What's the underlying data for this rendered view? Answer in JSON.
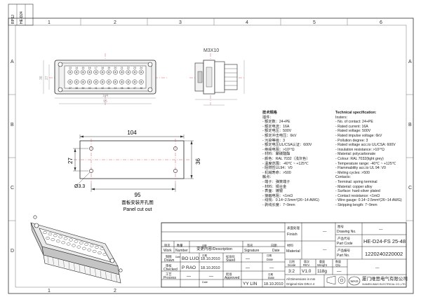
{
  "frame": {
    "col_numbers": [
      "1",
      "2",
      "3",
      "4",
      "5",
      "6"
    ],
    "row_letters": [
      "A",
      "B",
      "C",
      "D"
    ]
  },
  "corner_stamp": {
    "line1": "RPSJ",
    "line2": "HE-D24"
  },
  "top_view": {
    "screw_label": "M3X10",
    "pin_numbers_top": [
      "13",
      "14",
      "15",
      "16",
      "17",
      "18",
      "19",
      "20",
      "21",
      "22",
      "23",
      "24"
    ],
    "pin_numbers_bottom": [
      "37",
      "38",
      "39",
      "40",
      "41",
      "42",
      "43",
      "44",
      "45",
      "46",
      "47",
      "48"
    ]
  },
  "dimensions": {
    "overall_length": "104",
    "hole_spacing": "95",
    "height_outer": "27",
    "height_inner": "36",
    "hole_dia": "Ø3.3"
  },
  "panel_cutout": {
    "title_cn": "面板安装开孔图",
    "title_en": "Panel cut out"
  },
  "spec_cn": {
    "header": "技术规格",
    "lines": [
      "插件：",
      "- 额定数：24+PE",
      "- 额定电流：16A",
      "- 额定电压：500V",
      "- 额定冲击电压：6kV",
      "- 污染等级：3",
      "- 额定电压UL/CSA认证：600V",
      "- 绝缘电阻：>10¹⁰Ω",
      "- 材料：聚碳酸酯",
      "- 颜色：RAL 7032（浅灰色）",
      "- 温度范围：-40℃ ~ +125℃",
      "- 阻燃性UL94：V0",
      "- 机械寿命：>500",
      "触点：",
      "- 端子：弹簧端子",
      "- 材料：铜合金",
      "- 表面：镀银",
      "- 接触电阻：<1mΩ",
      "- 线规：0.14~2.5mm²(26~14 AWG)",
      "- 剥线长度：7~9mm"
    ]
  },
  "spec_en": {
    "header": "Technical specification:",
    "lines": [
      "Insters:",
      "- No. of contact: 24+PE",
      "- Rated current: 16A",
      "- Rated voltage: 500V",
      "- Rated impulse voltage: 6kV",
      "- Pollution degree: 3",
      "- Rated voltage acc.to UL/CSA: 600V",
      "- Insulation resistance: >10¹⁰Ω",
      "- Material: polycarbonate",
      "- Colour: RAL 7032(light grey)",
      "- Temperature range: -40℃ ~ +125℃",
      "- Flammability acc.to UL 94: V0",
      "- Meling cycles: >500",
      "Contacts:",
      "- Terminal: spring terminal",
      "- Material: copper alloy",
      "- Surface: hard-silver plated",
      "- Contact resistance: <1mΩ",
      "- Wire gauge: 0.14~2.5mm²(26~14 AWG)",
      "- Stripping length: 7~9mm"
    ]
  },
  "title_block": {
    "finish_cn": "表面处理",
    "finish_en": "Finish",
    "finish_value": "—",
    "material_cn": "材料",
    "material_en": "Material",
    "material_value": "—",
    "drawing_no_cn": "图号",
    "drawing_no_en": "Drawing No.",
    "drawing_no_value": "—",
    "part_code_cn": "产品代号",
    "part_code_en": "Part Code",
    "part_code_value": "HE-D24-FS 25-48",
    "part_no_cn": "产品编号",
    "part_no_en": "Part No.",
    "part_no_value": "1220240220002",
    "scale_cn": "比例",
    "scale_en": "Scale",
    "scale_value": "3:2",
    "rev_cn": "版次",
    "rev_en": "REV.",
    "rev_value": "V1.0",
    "weight_cn": "重量",
    "weight_en": "Weight",
    "weight_value": "118g",
    "qty_cn": "数量",
    "qty_en": "Qty.",
    "qty_value": "—",
    "work_cn": "项次",
    "work_en": "Work",
    "number_cn": "数量",
    "number_en": "Number",
    "desc_cn": "变更内容",
    "desc_en": "Description",
    "date_cn": "日期",
    "date_en": "Date",
    "sign_cn": "签名",
    "sign_en": "Signature",
    "date2_cn": "日期",
    "date2_en": "Date",
    "drawn_cn": "制图",
    "drawn_en": "Drawn",
    "drawn_name": "BO LUO",
    "drawn_date": "18.10.2010",
    "checked_cn": "审核",
    "checked_en": "Checked",
    "checked_name": "P RAO",
    "checked_date": "18.10.2010",
    "process_cn": "工艺",
    "process_en": "Process",
    "process_name": "—",
    "process_date": "—",
    "std_cn": "标准化",
    "std_en": "Stand",
    "std_value": "—",
    "approved_cn": "批准",
    "approved_en": "Approved",
    "approved_name": "YY LIN",
    "approved_date": "18.10.2010",
    "date_cn_a": "日期",
    "date_en_a": "Date",
    "date_cn_b": "日期",
    "date_en_b": "Date",
    "date_cn_c": "日期",
    "date_en_c": "Date",
    "dash": "—",
    "dim_note_1": "All Dimensions in mm",
    "dim_note_2": "Original Size DIN A 4",
    "company_cn": "厦门维思电气有限公司",
    "company_en": "XIAMEN WAIS ELECTRICAL CO.,LTD",
    "logo_text": "WAIS"
  }
}
